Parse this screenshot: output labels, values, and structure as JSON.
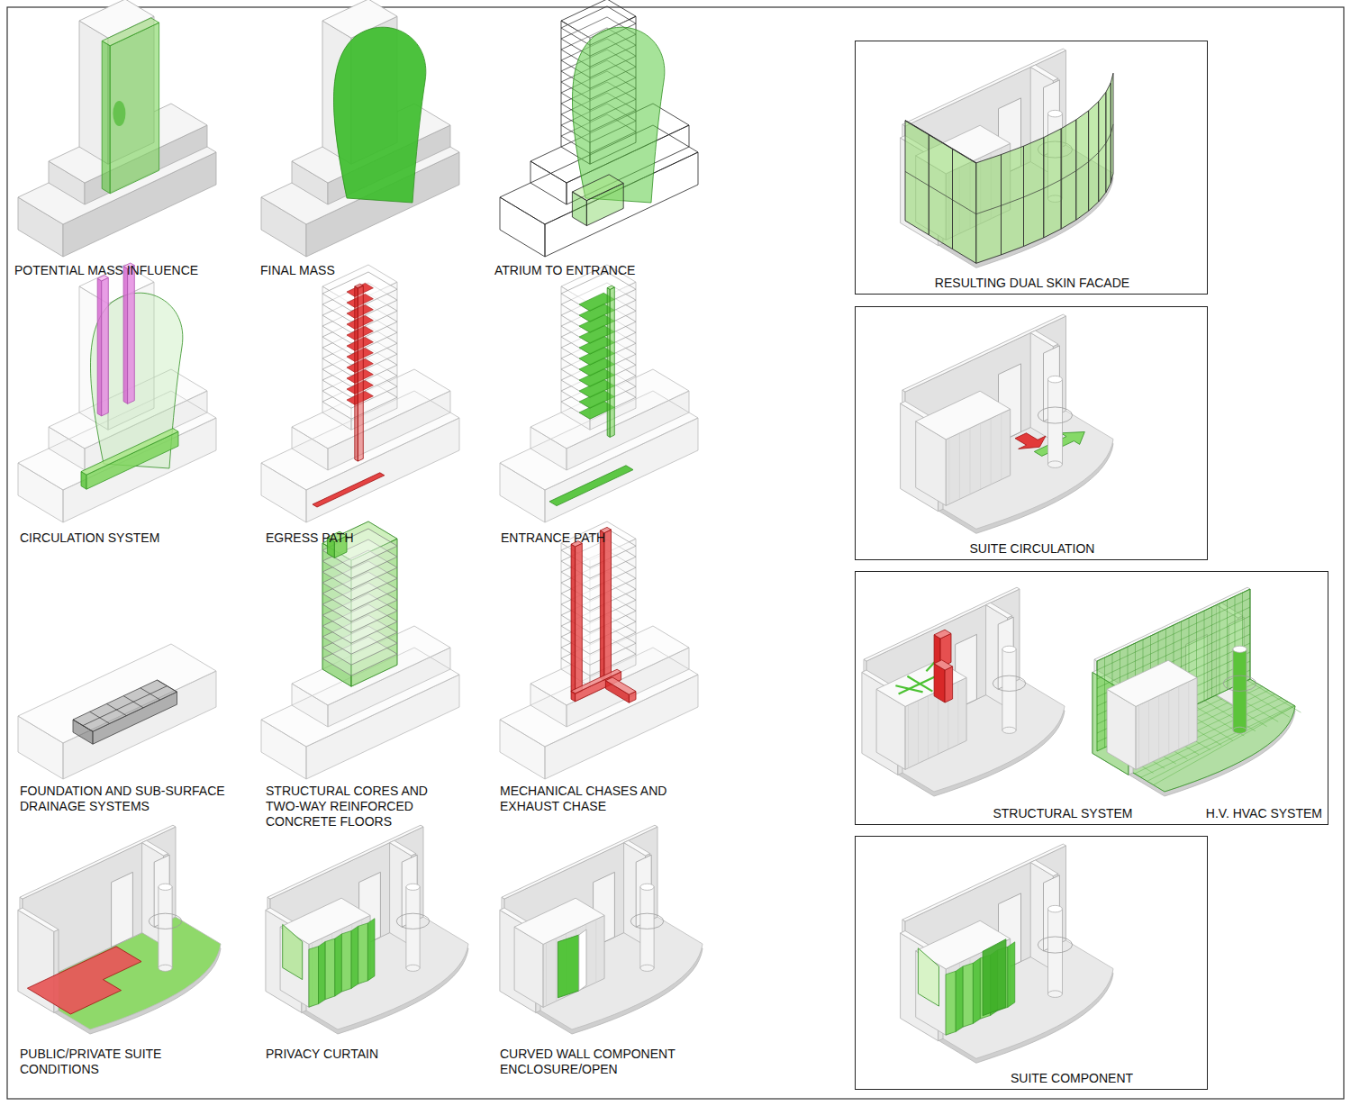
{
  "diagram": {
    "nodes": [
      {
        "text": [
          "RESULTING DUAL SKIN FACADE"
        ]
      },
      {
        "text": [
          "SUITE CIRCULATION"
        ]
      },
      {
        "text": [
          "STRUCTURAL SYSTEM",
          "H.V. HVAC SYSTEM"
        ]
      },
      {
        "text": [
          "SUITE COMPONENT"
        ]
      }
    ],
    "labels": [
      "POTENTIAL MASS INFLUENCE",
      "FINAL MASS",
      "ATRIUM TO ENTRANCE",
      "CIRCULATION SYSTEM",
      "EGRESS PATH",
      "ENTRANCE PATH",
      "FOUNDATION AND SUB-SURFACE DRAINAGE SYSTEMS",
      "STRUCTURAL CORES AND TWO-WAY REINFORCED CONCRETE FLOORS",
      "MECHANICAL CHASES AND EXHAUST CHASE",
      "PUBLIC/PRIVATE SUITE CONDITIONS",
      "PRIVACY CURTAIN",
      "CURVED WALL COMPONENT ENCLOSURE/OPEN"
    ]
  }
}
